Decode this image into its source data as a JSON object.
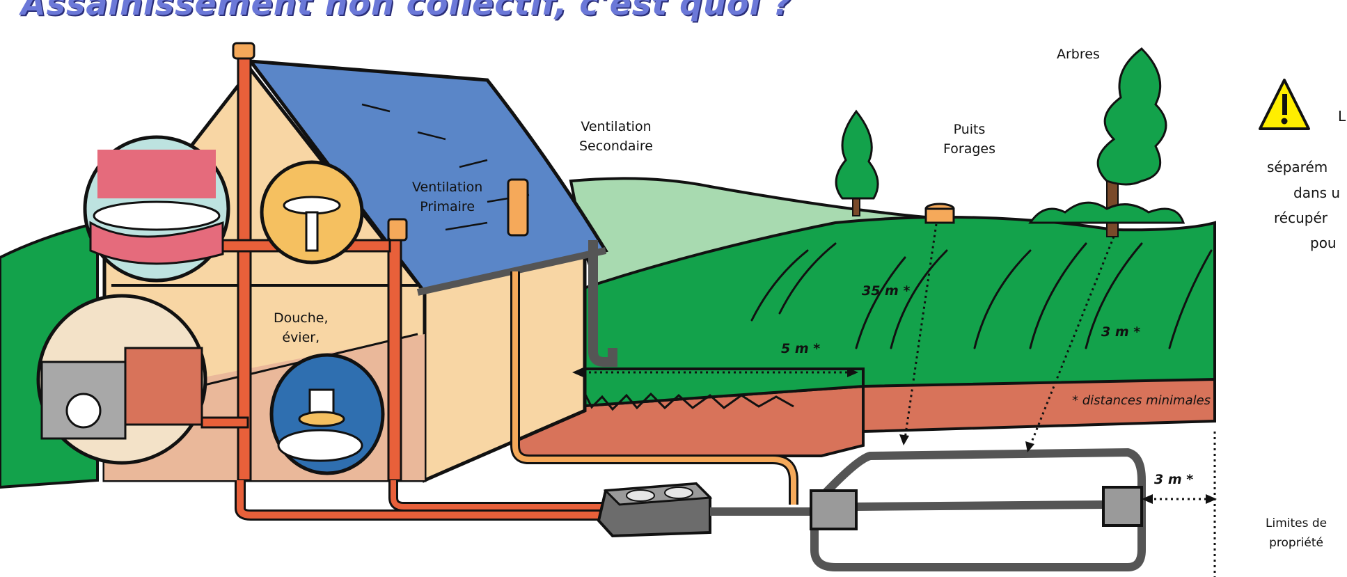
{
  "title": "Assainissement non collectif, c'est quoi ?",
  "labels": {
    "trees": "Arbres",
    "wells_1": "Puits",
    "wells_2": "Forages",
    "vent_secondary_1": "Ventilation",
    "vent_secondary_2": "Secondaire",
    "vent_primary_1": "Ventilation",
    "vent_primary_2": "Primaire",
    "shower_1": "Douche,",
    "shower_2": "évier,",
    "property_1": "Limites de",
    "property_2": "propriété"
  },
  "distances": {
    "wells": "35 m *",
    "house": "5 m *",
    "trees": "3 m *",
    "property": "3 m *",
    "note": "* distances minimales"
  },
  "side_note": {
    "line1": "L",
    "line2": "séparém",
    "line3": "dans u",
    "line4": "récupér",
    "line5": "pou"
  },
  "colors": {
    "roof": "#5a86c8",
    "grass": "#13a24b",
    "wall": "#f8d6a4",
    "pipe": "#e8603a",
    "soil": "#d8735a",
    "warning": "#ffee00"
  },
  "icons": [
    "warning-icon"
  ]
}
